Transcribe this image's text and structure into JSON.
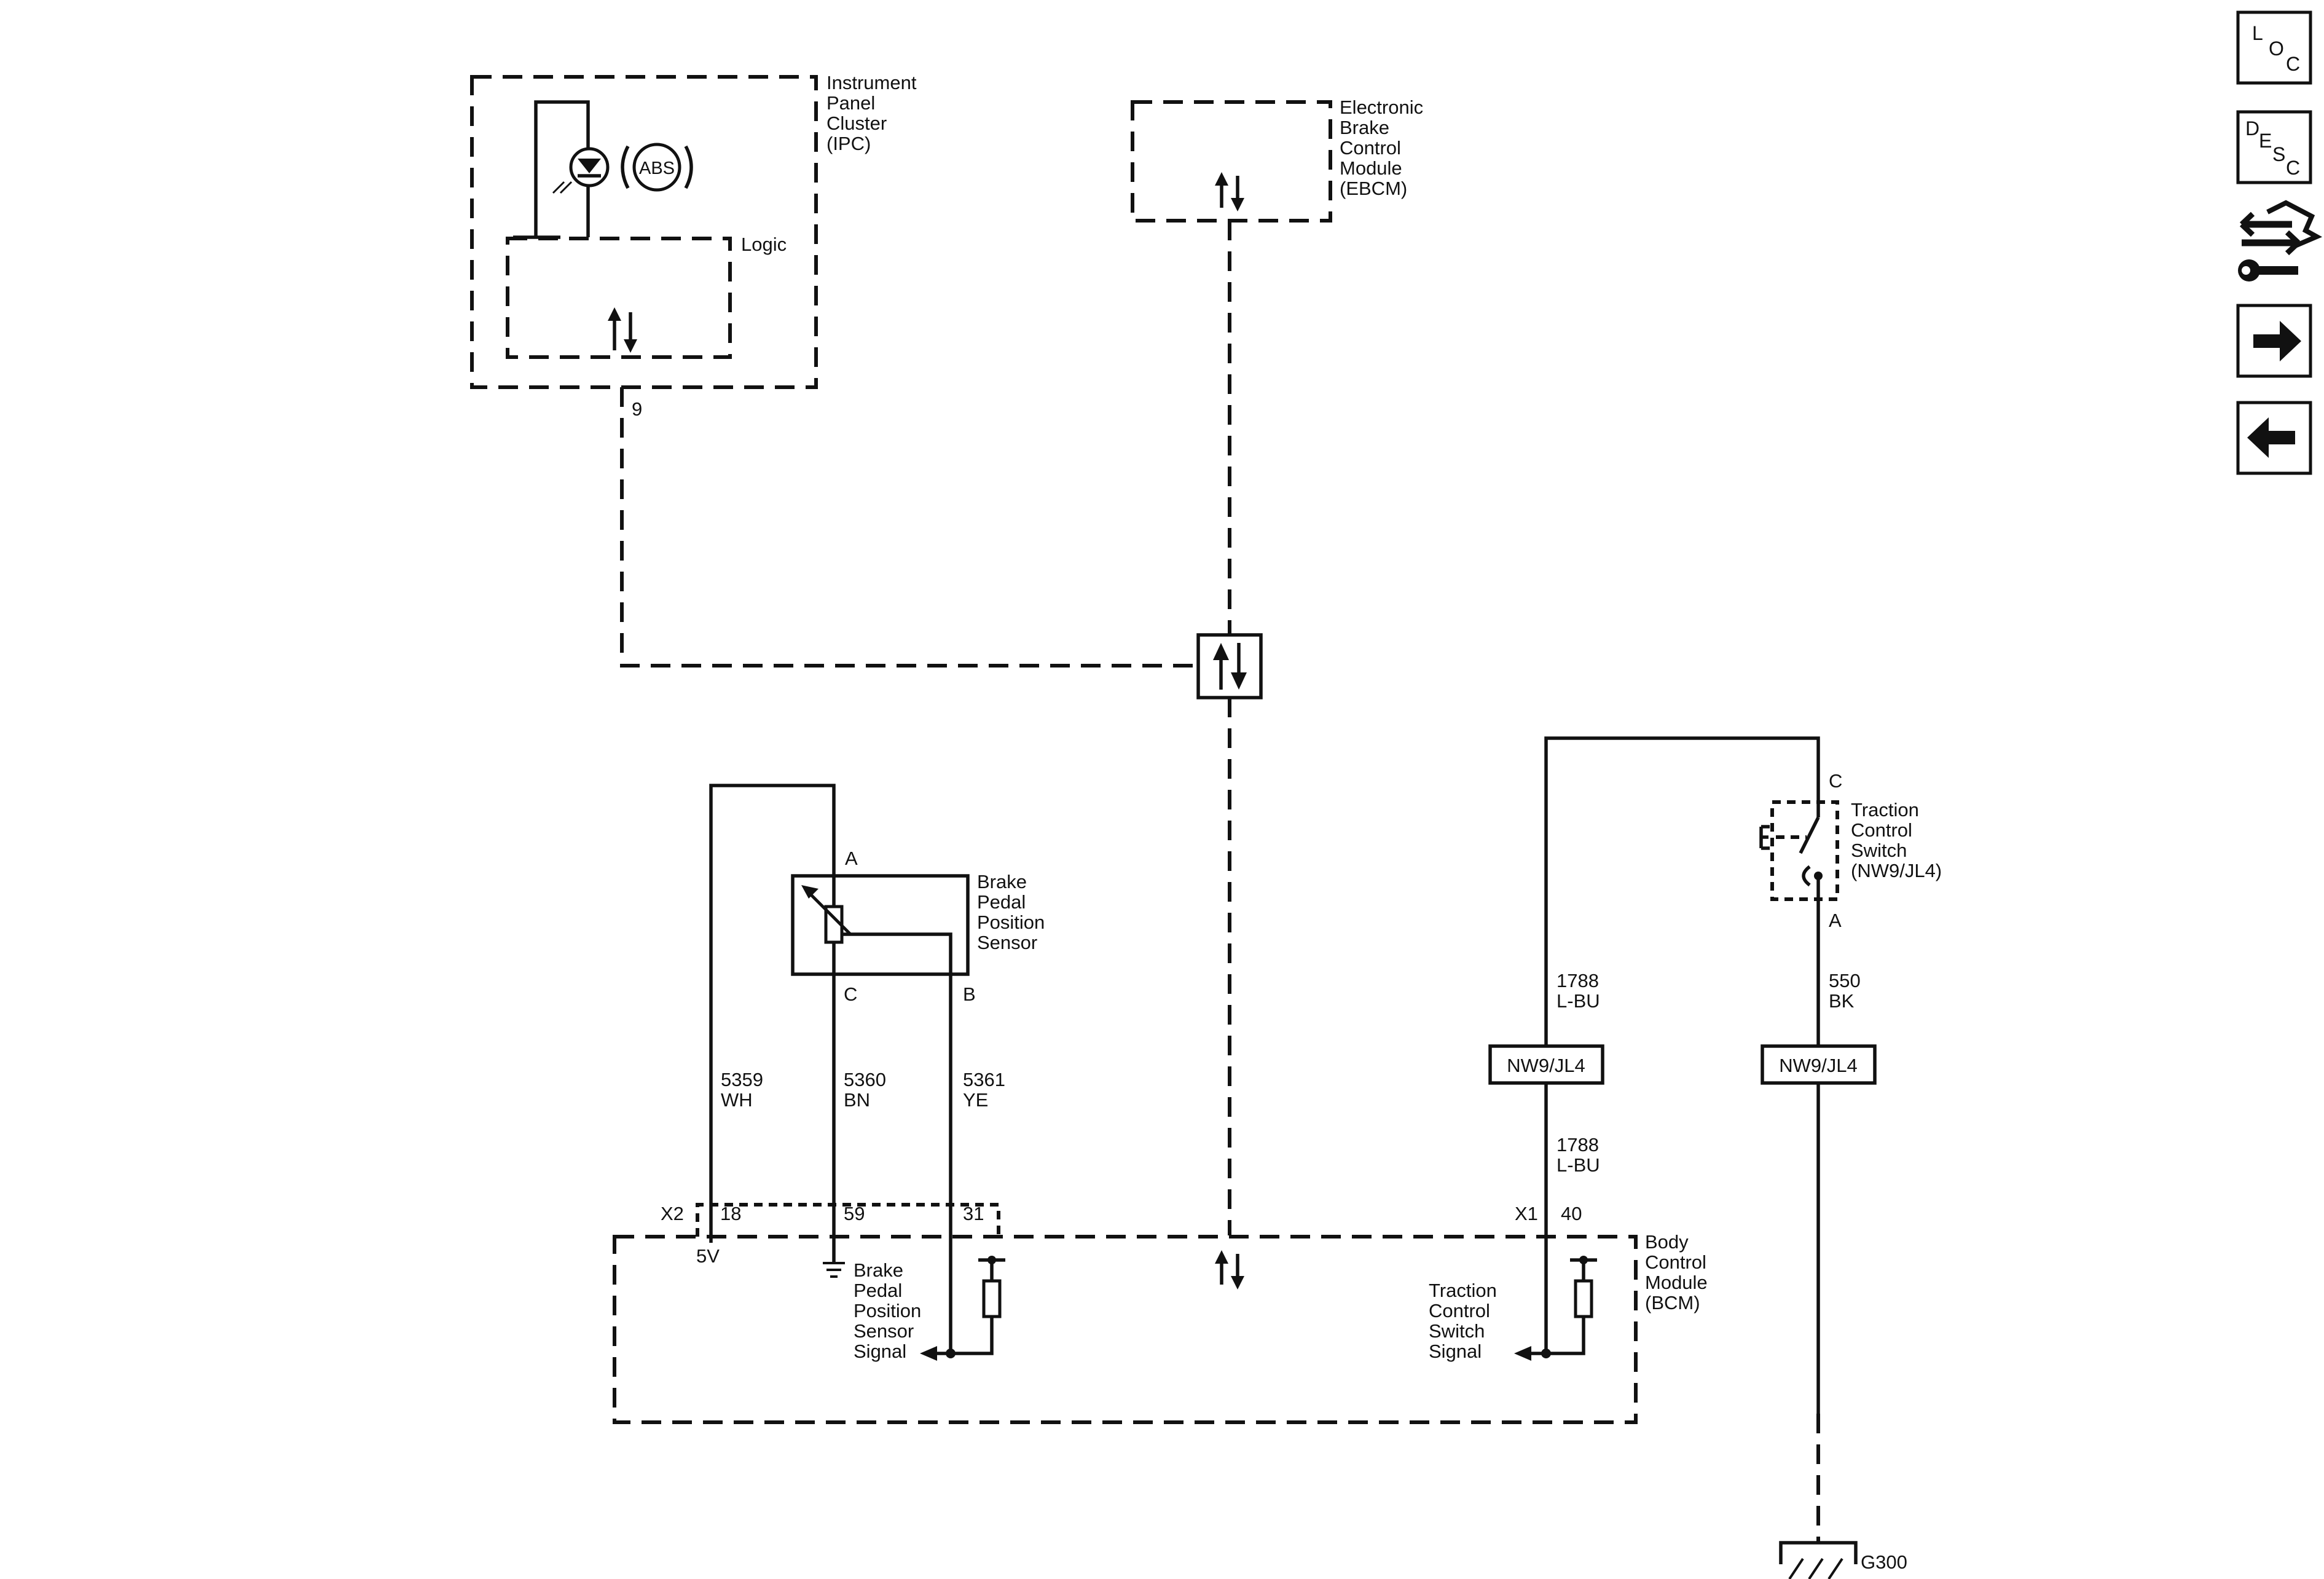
{
  "nav": {
    "loc": [
      "L",
      "O",
      "C"
    ],
    "desc": [
      "D",
      "E",
      "S",
      "C"
    ]
  },
  "ipc": {
    "lines": [
      "Instrument",
      "Panel",
      "Cluster",
      "(IPC)"
    ],
    "logic": "Logic",
    "abs": "ABS",
    "pin": "9"
  },
  "ebcm": {
    "lines": [
      "Electronic",
      "Brake",
      "Control",
      "Module",
      "(EBCM)"
    ]
  },
  "bpps": {
    "lines": [
      "Brake",
      "Pedal",
      "Position",
      "Sensor"
    ],
    "pin_a": "A",
    "pin_c": "C",
    "pin_b": "B",
    "wires": [
      {
        "circuit": "5359",
        "color": "WH"
      },
      {
        "circuit": "5360",
        "color": "BN"
      },
      {
        "circuit": "5361",
        "color": "YE"
      }
    ]
  },
  "tcs": {
    "lines": [
      "Traction",
      "Control",
      "Switch",
      "(NW9/JL4)"
    ],
    "pin_c": "C",
    "pin_a": "A",
    "wire_left_top": {
      "circuit": "1788",
      "color": "L-BU"
    },
    "wire_left_bottom": {
      "circuit": "1788",
      "color": "L-BU"
    },
    "wire_right": {
      "circuit": "550",
      "color": "BK"
    },
    "option_left": "NW9/JL4",
    "option_right": "NW9/JL4"
  },
  "bcm": {
    "lines": [
      "Body",
      "Control",
      "Module",
      "(BCM)"
    ],
    "conn_x2": "X2",
    "pin_18": "18",
    "pin_59": "59",
    "pin_31": "31",
    "label_5v": "5V",
    "conn_x1": "X1",
    "pin_40": "40",
    "bpps_signal": [
      "Brake",
      "Pedal",
      "Position",
      "Sensor",
      "Signal"
    ],
    "tcs_signal": [
      "Traction",
      "Control",
      "Switch",
      "Signal"
    ]
  },
  "ground": {
    "label": "G300"
  }
}
